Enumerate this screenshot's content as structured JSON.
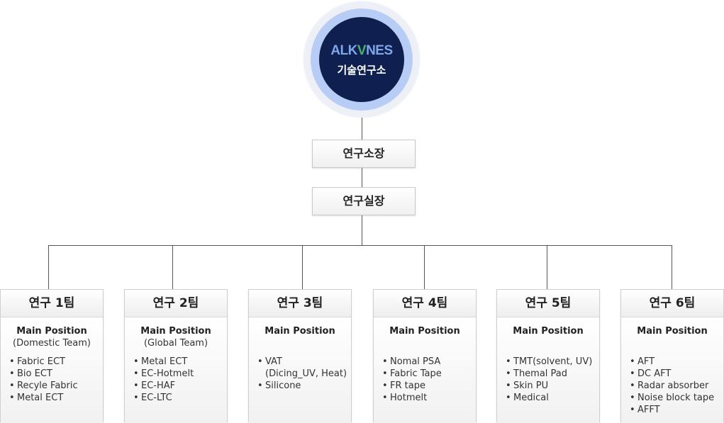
{
  "logo": {
    "brand_left": "ALK",
    "brand_v": "V",
    "brand_right": "NES",
    "subtitle": "기술연구소"
  },
  "ranks": [
    "연구소장",
    "연구실장"
  ],
  "teams": [
    {
      "title": "연구 1팀",
      "position_label": "Main Position",
      "position_sub": "(Domestic Team)",
      "items": [
        "Fabric ECT",
        "Bio ECT",
        "Recyle Fabric",
        "Metal ECT"
      ]
    },
    {
      "title": "연구 2팀",
      "position_label": "Main Position",
      "position_sub": "(Global Team)",
      "items": [
        "Metal ECT",
        "EC-Hotmelt",
        "EC-HAF",
        "EC-LTC"
      ]
    },
    {
      "title": "연구 3팀",
      "position_label": "Main Position",
      "position_sub": "",
      "items": [
        "VAT",
        "(Dicing_UV, Heat)",
        "Silicone"
      ]
    },
    {
      "title": "연구 4팀",
      "position_label": "Main Position",
      "position_sub": "",
      "items": [
        "Nomal PSA",
        "Fabric Tape",
        "FR tape",
        "Hotmelt"
      ]
    },
    {
      "title": "연구 5팀",
      "position_label": "Main Position",
      "position_sub": "",
      "items": [
        "TMT(solvent, UV)",
        "Themal Pad",
        "Skin PU",
        "Medical"
      ]
    },
    {
      "title": "연구 6팀",
      "position_label": "Main Position",
      "position_sub": "",
      "items": [
        "AFT",
        "DC AFT",
        "Radar absorber",
        "Noise block tape",
        "AFFT"
      ]
    }
  ],
  "colors": {
    "logo_core": "#0f2050",
    "logo_ring": "#b7cdf5",
    "brand_text": "#7fa6ea",
    "brand_accent": "#44b46a"
  }
}
